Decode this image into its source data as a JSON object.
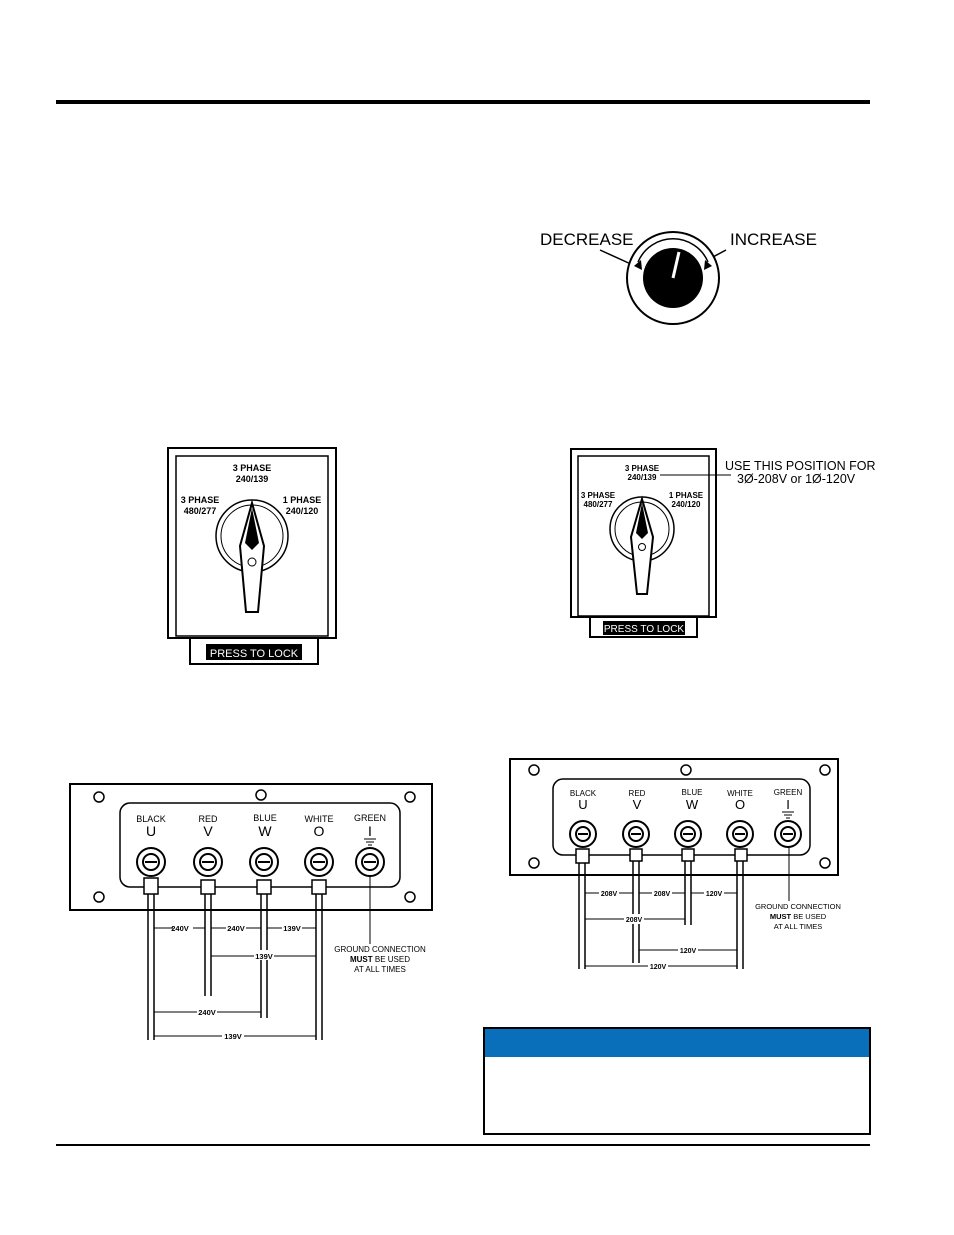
{
  "knob": {
    "decrease_label": "DECREASE",
    "increase_label": "INCREASE"
  },
  "selector_left": {
    "top_label_line1": "3 PHASE",
    "top_label_line2": "240/139",
    "left_label_line1": "3 PHASE",
    "left_label_line2": "480/277",
    "right_label_line1": "1 PHASE",
    "right_label_line2": "240/120",
    "lock_label": "PRESS TO LOCK"
  },
  "selector_right": {
    "top_label_line1": "3 PHASE",
    "top_label_line2": "240/139",
    "left_label_line1": "3 PHASE",
    "left_label_line2": "480/277",
    "right_label_line1": "1 PHASE",
    "right_label_line2": "240/120",
    "lock_label": "PRESS TO LOCK",
    "callout_line1": "USE THIS POSITION FOR",
    "callout_line2": "3Ø-208V or 1Ø-120V"
  },
  "terminals_left": {
    "terminals": [
      {
        "color": "BLACK",
        "letter": "U"
      },
      {
        "color": "RED",
        "letter": "V"
      },
      {
        "color": "BLUE",
        "letter": "W"
      },
      {
        "color": "WHITE",
        "letter": "O"
      },
      {
        "color": "GREEN",
        "letter": "I"
      }
    ],
    "voltages": {
      "u_v": "240V",
      "v_w": "240V",
      "w_o": "139V",
      "v_o": "139V",
      "u_w": "240V",
      "u_o": "139V"
    },
    "ground_line1": "GROUND CONNECTION",
    "ground_line2_bold": "MUST",
    "ground_line2_rest": " BE USED",
    "ground_line3": "AT ALL TIMES"
  },
  "terminals_right": {
    "terminals": [
      {
        "color": "BLACK",
        "letter": "U"
      },
      {
        "color": "RED",
        "letter": "V"
      },
      {
        "color": "BLUE",
        "letter": "W"
      },
      {
        "color": "WHITE",
        "letter": "O"
      },
      {
        "color": "GREEN",
        "letter": "I"
      }
    ],
    "voltages": {
      "u_v": "208V",
      "v_w": "208V",
      "w_o": "120V",
      "u_w": "208V",
      "v_o": "120V",
      "u_o": "120V"
    },
    "ground_line1": "GROUND CONNECTION",
    "ground_line2_bold": "MUST",
    "ground_line2_rest": " BE USED",
    "ground_line3": "AT ALL TIMES"
  },
  "colors": {
    "notice_bar": "#0a6fba"
  }
}
